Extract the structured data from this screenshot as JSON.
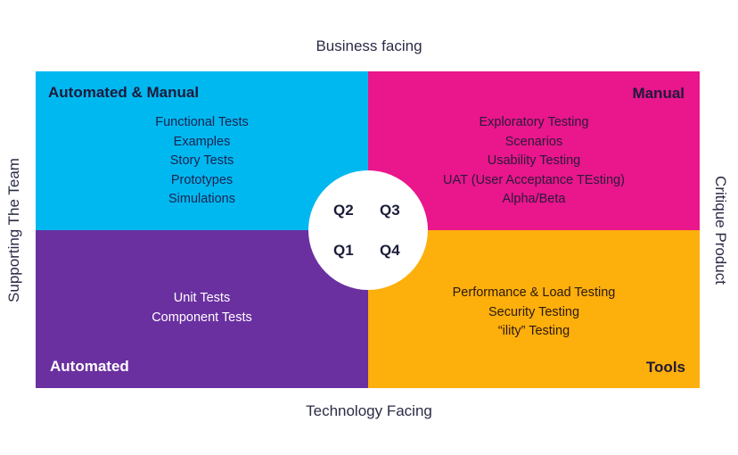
{
  "axes": {
    "top": "Business facing",
    "bottom": "Technology Facing",
    "left": "Supporting The Team",
    "right": "Critique Product"
  },
  "colors": {
    "top_left": "#00b8f0",
    "top_right": "#e9168c",
    "bottom_left": "#6a30a0",
    "bottom_right": "#fdaf0b"
  },
  "quadrants": {
    "top_left": {
      "title": "Automated & Manual",
      "items": [
        "Functional Tests",
        "Examples",
        "Story Tests",
        "Prototypes",
        "Simulations"
      ]
    },
    "top_right": {
      "title": "Manual",
      "items": [
        "Exploratory Testing",
        "Scenarios",
        "Usability Testing",
        "UAT (User Acceptance TEsting)",
        "Alpha/Beta"
      ]
    },
    "bottom_left": {
      "title": "Automated",
      "items": [
        "Unit Tests",
        "Component Tests"
      ]
    },
    "bottom_right": {
      "title": "Tools",
      "items": [
        "Performance & Load Testing",
        "Security Testing",
        "“ility” Testing"
      ]
    }
  },
  "center": {
    "q1": "Q1",
    "q2": "Q2",
    "q3": "Q3",
    "q4": "Q4"
  }
}
